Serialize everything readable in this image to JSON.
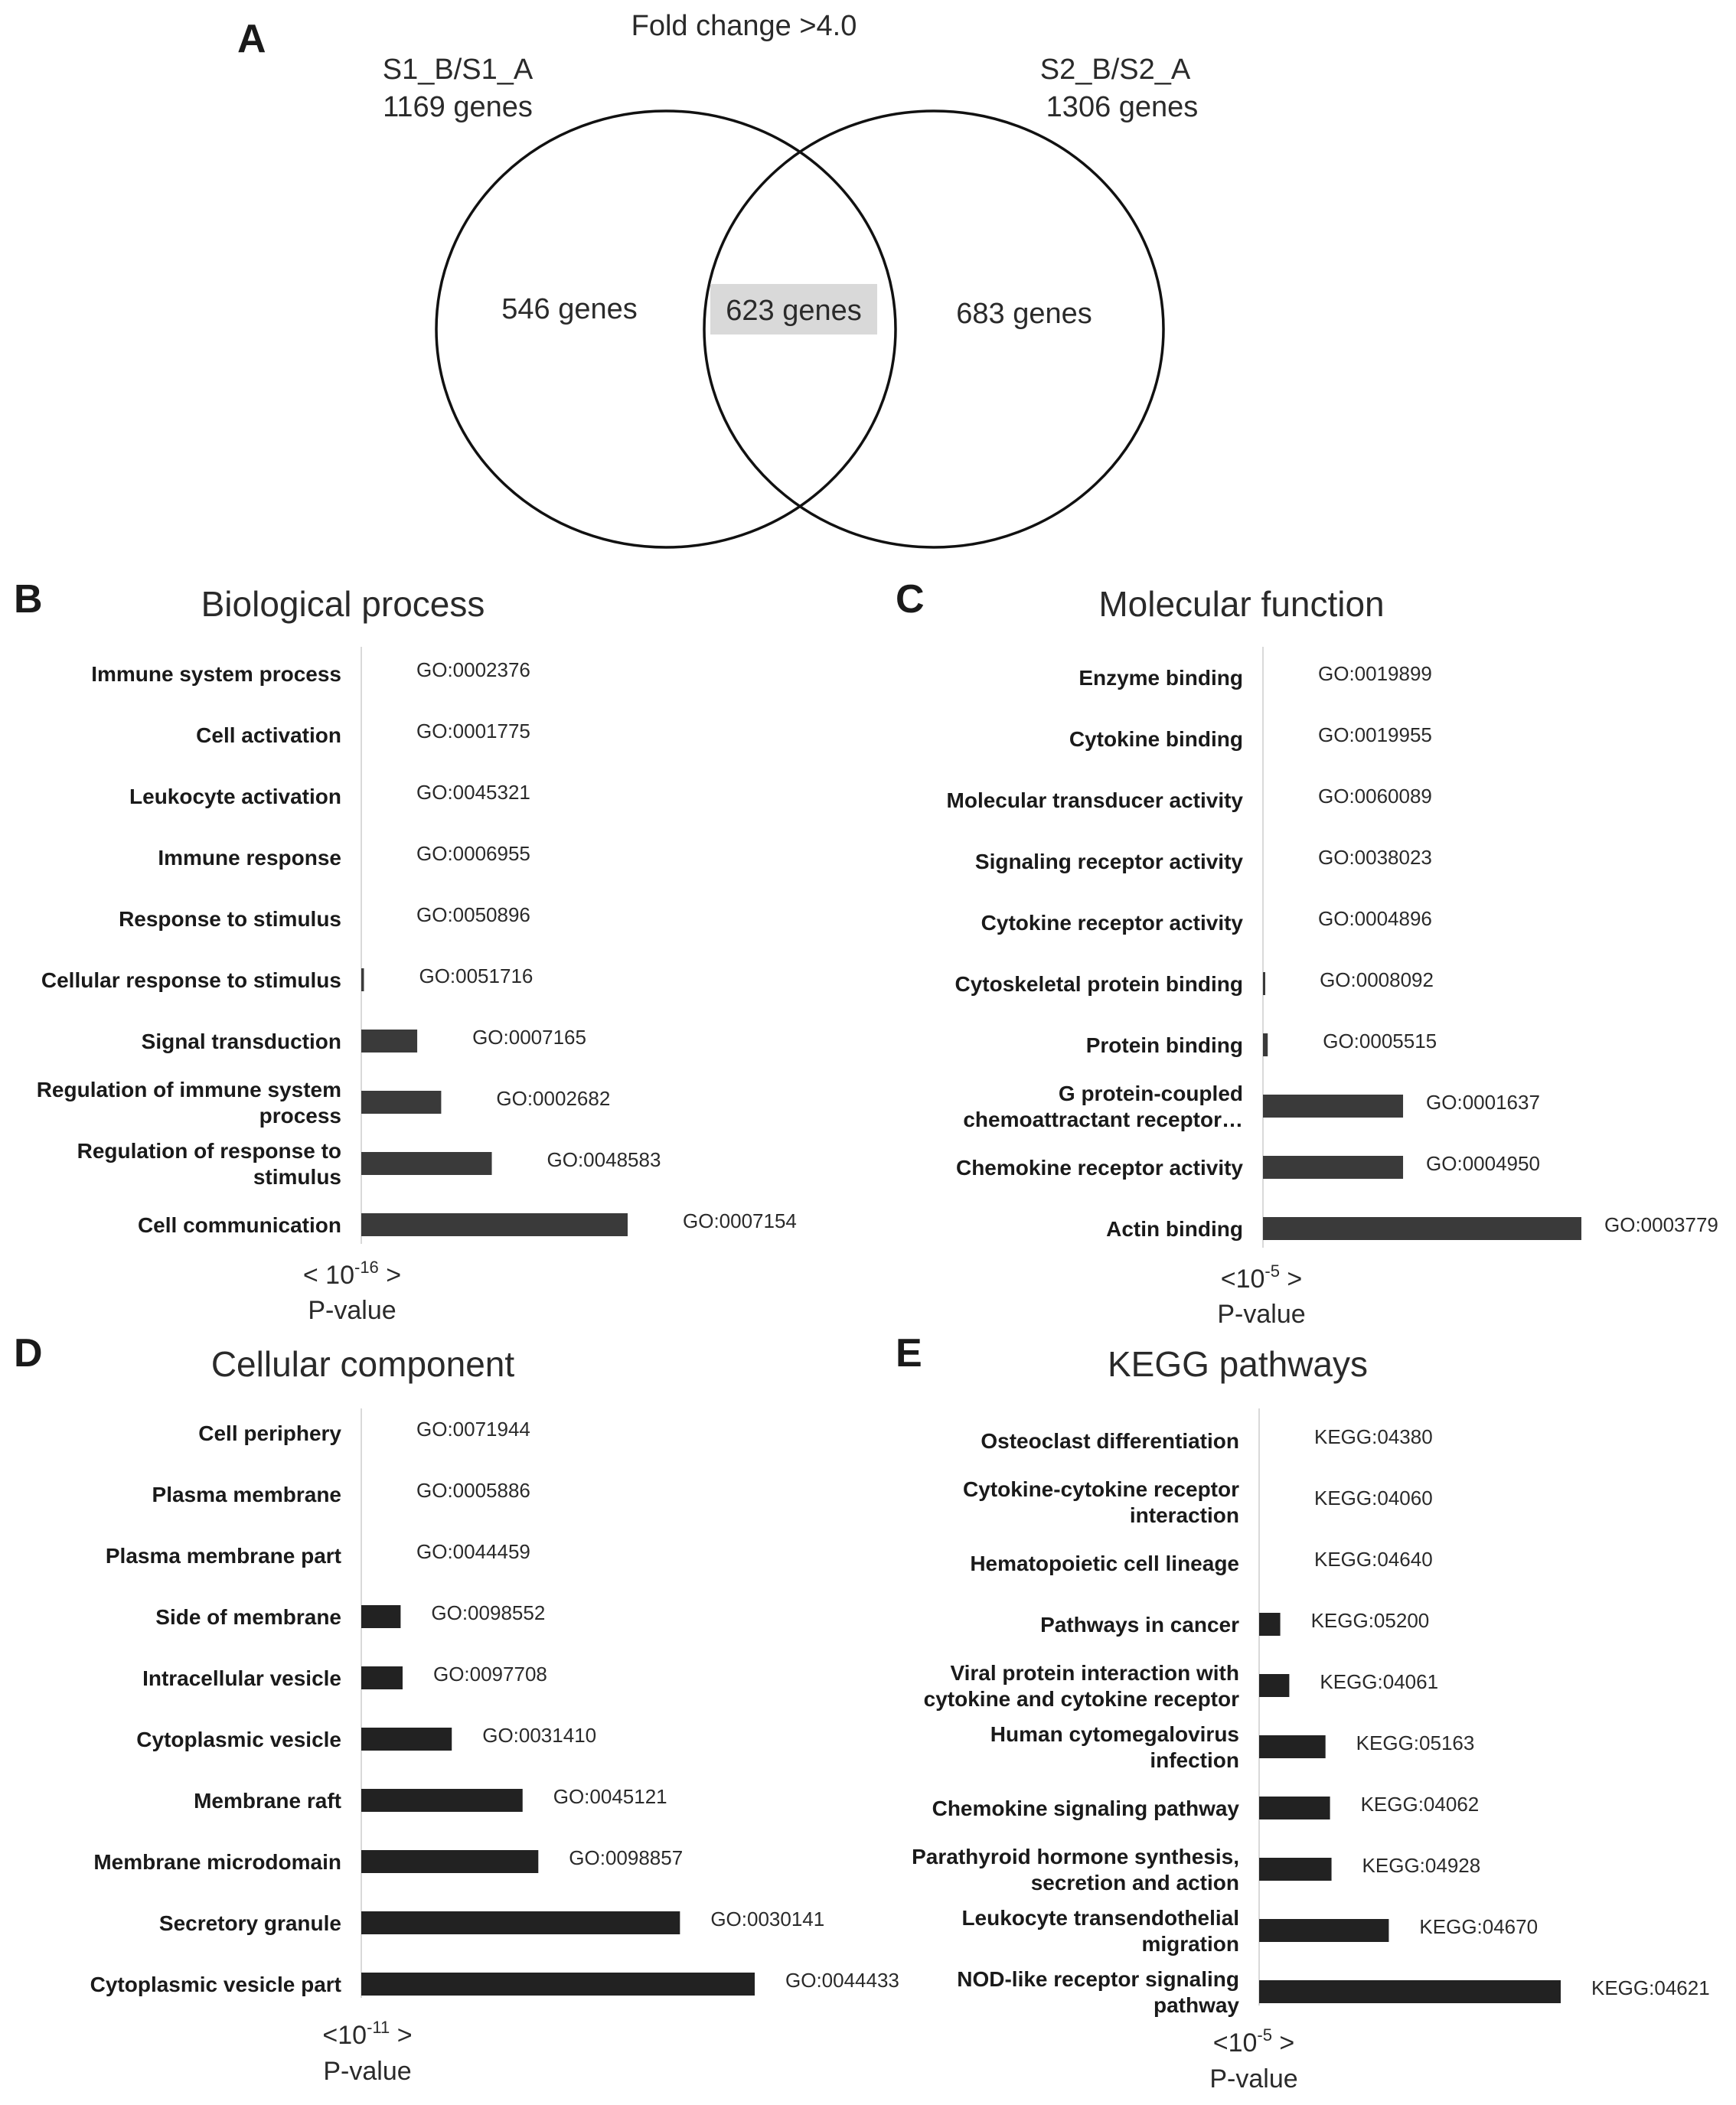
{
  "chart_data": [
    {
      "type": "venn",
      "panel": "A",
      "title": "Fold change >4.0",
      "sets": [
        {
          "name": "S1_B/S1_A",
          "total": "1169 genes",
          "only": "546 genes"
        },
        {
          "name": "S2_B/S2_A",
          "total": "1306 genes",
          "only": "683 genes"
        }
      ],
      "intersection": "623 genes"
    },
    {
      "type": "bar",
      "orientation": "horizontal",
      "panel": "B",
      "title": "Biological process",
      "axis_base": "< 10",
      "axis_exp": "-16",
      "axis_close": " >",
      "xlabel": "P-value",
      "categories": [
        "Immune system process",
        "Cell activation",
        "Leukocyte activation",
        "Immune response",
        "Response to stimulus",
        "Cellular response to stimulus",
        "Signal transduction",
        "Regulation of immune system process",
        "Regulation of response to stimulus",
        "Cell communication"
      ],
      "ids": [
        "GO:0002376",
        "GO:0001775",
        "GO:0045321",
        "GO:0006955",
        "GO:0050896",
        "GO:0051716",
        "GO:0007165",
        "GO:0002682",
        "GO:0048583",
        "GO:0007154"
      ],
      "values": [
        0,
        0,
        0,
        0,
        0,
        0.01,
        0.21,
        0.3,
        0.49,
        1.0
      ]
    },
    {
      "type": "bar",
      "orientation": "horizontal",
      "panel": "C",
      "title": "Molecular function",
      "axis_base": "<10",
      "axis_exp": "-5",
      "axis_close": " >",
      "xlabel": "P-value",
      "categories": [
        "Enzyme binding",
        "Cytokine binding",
        "Molecular transducer activity",
        "Signaling receptor activity",
        "Cytokine receptor activity",
        "Cytoskeletal protein binding",
        "Protein binding",
        "G protein-coupled chemoattractant receptor…",
        "Chemokine receptor activity",
        "Actin binding"
      ],
      "ids": [
        "GO:0019899",
        "GO:0019955",
        "GO:0060089",
        "GO:0038023",
        "GO:0004896",
        "GO:0008092",
        "GO:0005515",
        "GO:0001637",
        "GO:0004950",
        "GO:0003779"
      ],
      "values": [
        0,
        0,
        0,
        0,
        0,
        0.005,
        0.015,
        0.44,
        0.44,
        1.0
      ]
    },
    {
      "type": "bar",
      "orientation": "horizontal",
      "panel": "D",
      "title": "Cellular component",
      "axis_base": "<10",
      "axis_exp": "-11",
      "axis_close": " >",
      "xlabel": "P-value",
      "categories": [
        "Cell periphery",
        "Plasma membrane",
        "Plasma membrane part",
        "Side of membrane",
        "Intracellular vesicle",
        "Cytoplasmic vesicle",
        "Membrane raft",
        "Membrane microdomain",
        "Secretory granule",
        "Cytoplasmic vesicle part"
      ],
      "ids": [
        "GO:0071944",
        "GO:0005886",
        "GO:0044459",
        "GO:0098552",
        "GO:0097708",
        "GO:0031410",
        "GO:0045121",
        "GO:0098857",
        "GO:0030141",
        "GO:0044433"
      ],
      "values": [
        0,
        0,
        0,
        0.1,
        0.105,
        0.23,
        0.41,
        0.45,
        0.81,
        1.0
      ]
    },
    {
      "type": "bar",
      "orientation": "horizontal",
      "panel": "E",
      "title": "KEGG pathways",
      "axis_base": "<10",
      "axis_exp": "-5",
      "axis_close": " >",
      "xlabel": "P-value",
      "categories": [
        "Osteoclast differentiation",
        "Cytokine-cytokine receptor interaction",
        "Hematopoietic cell lineage",
        "Pathways in cancer",
        "Viral protein interaction with cytokine and cytokine receptor",
        "Human cytomegalovirus infection",
        "Chemokine signaling pathway",
        "Parathyroid hormone synthesis, secretion and action",
        "Leukocyte transendothelial migration",
        "NOD-like receptor signaling pathway"
      ],
      "ids": [
        "KEGG:04380",
        "KEGG:04060",
        "KEGG:04640",
        "KEGG:05200",
        "KEGG:04061",
        "KEGG:05163",
        "KEGG:04062",
        "KEGG:04928",
        "KEGG:04670",
        "KEGG:04621"
      ],
      "values": [
        0,
        0,
        0,
        0.07,
        0.1,
        0.22,
        0.235,
        0.24,
        0.43,
        1.0
      ]
    }
  ]
}
